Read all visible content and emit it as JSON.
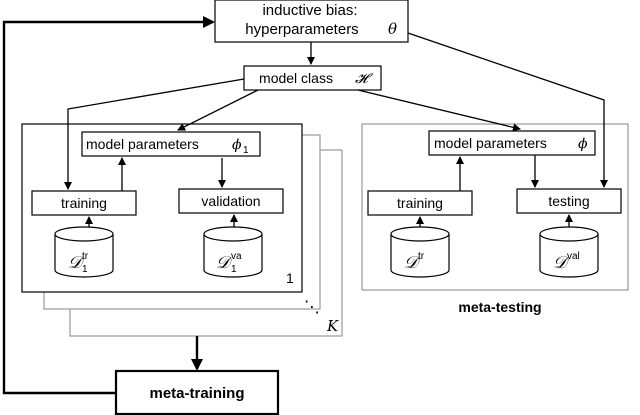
{
  "top_box": {
    "line1": "inductive bias:",
    "line2": "hyperparameters",
    "symbol": "θ"
  },
  "model_class": {
    "label": "model class",
    "symbol": "𝓗"
  },
  "meta_train": {
    "params_label": "model parameters",
    "params_symbol": "ϕ",
    "params_subscript": "1",
    "training_label": "training",
    "validation_label": "validation",
    "db_train_symbol": "𝒟",
    "db_train_super": "tr",
    "db_train_sub": "1",
    "db_val_symbol": "𝒟",
    "db_val_super": "va",
    "db_val_sub": "1",
    "stack_index": "1",
    "stack_dots": "⋱",
    "stack_k": "K",
    "footer_label": "meta-training"
  },
  "meta_test": {
    "params_label": "model parameters",
    "params_symbol": "ϕ",
    "training_label": "training",
    "testing_label": "testing",
    "db_train_symbol": "𝒟",
    "db_train_super": "tr",
    "db_test_symbol": "𝒟",
    "db_test_super": "val",
    "footer_label": "meta-testing"
  }
}
